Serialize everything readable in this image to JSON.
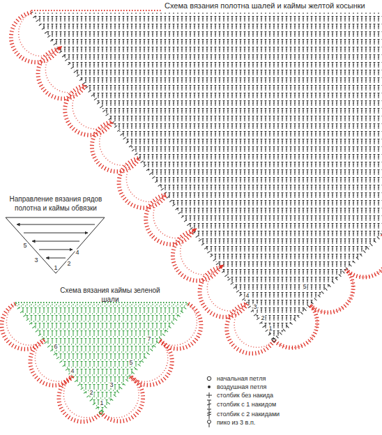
{
  "diagram": {
    "title": "Схема вязания полотна шалей и каймы желтой косынки",
    "labels": [
      "Направление вязания рядов полотна и каймы обвязки",
      "Схема вязания каймы зеленой шали",
      "1",
      "2",
      "3",
      "4",
      "5",
      "1",
      "2",
      "3",
      "4",
      "5",
      "1",
      "2",
      "3",
      "4",
      "5",
      "6",
      "7"
    ],
    "legend": [
      {
        "text": "начальная петля"
      },
      {
        "text": "воздушная петля"
      },
      {
        "text": "столбик без накида"
      },
      {
        "text": "столбик с 1 накидом"
      },
      {
        "text": "столбик с 2 накидами"
      },
      {
        "text": "пико из 3 в.п."
      }
    ]
  }
}
